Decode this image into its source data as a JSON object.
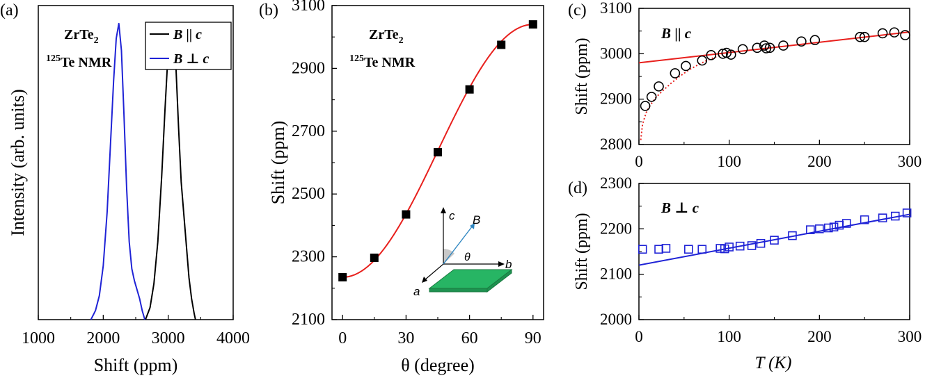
{
  "colors": {
    "black": "#000000",
    "red": "#e8201d",
    "blue": "#1f23d6",
    "green": "#27b564",
    "arrow": "#2e86c1"
  },
  "chart_data": [
    {
      "panel_label": "(a)",
      "type": "line",
      "xlabel": "Shift (ppm)",
      "ylabel": "Intensity (arb. units)",
      "xlim": [
        1000,
        4000
      ],
      "ylim": [
        0,
        1.05
      ],
      "xticks": [
        "1000",
        "2000",
        "3000",
        "4000"
      ],
      "annotation": {
        "line1": "ZrTe",
        "line1_sub": "2",
        "line2_sup": "125",
        "line2": "Te NMR"
      },
      "legend": {
        "position": "top-right",
        "entries": [
          {
            "B": "B",
            "relation": " || ",
            "c": "c"
          },
          {
            "B": "B",
            "relation": " ⊥ ",
            "c": "c"
          }
        ]
      },
      "series": [
        {
          "orientation": "parallel",
          "color": "#000000",
          "x": [
            2650,
            2720,
            2780,
            2840,
            2900,
            2950,
            3000,
            3040,
            3080,
            3120,
            3160,
            3200,
            3260,
            3320,
            3360,
            3400,
            3420
          ],
          "y": [
            0.0,
            0.04,
            0.12,
            0.26,
            0.48,
            0.7,
            0.9,
            0.99,
            0.97,
            0.84,
            0.64,
            0.46,
            0.3,
            0.14,
            0.07,
            0.02,
            0.0
          ]
        },
        {
          "orientation": "perpendicular",
          "color": "#1f23d6",
          "x": [
            1810,
            1880,
            1940,
            2000,
            2060,
            2110,
            2160,
            2200,
            2240,
            2280,
            2320,
            2360,
            2400,
            2440,
            2480,
            2520,
            2560,
            2600,
            2640
          ],
          "y": [
            0.0,
            0.03,
            0.08,
            0.18,
            0.36,
            0.58,
            0.8,
            0.94,
            0.99,
            0.9,
            0.68,
            0.44,
            0.26,
            0.17,
            0.13,
            0.1,
            0.07,
            0.03,
            0.0
          ]
        }
      ]
    },
    {
      "panel_label": "(b)",
      "type": "scatter",
      "xlabel": "θ (degree)",
      "ylabel": "Shift (ppm)",
      "xlim": [
        -5,
        95
      ],
      "ylim": [
        2100,
        3100
      ],
      "xticks": [
        0,
        30,
        60,
        90
      ],
      "yticks": [
        2100,
        2300,
        2500,
        2700,
        2900,
        3100
      ],
      "annotation": {
        "line1": "ZrTe",
        "line1_sub": "2",
        "line2_sup": "125",
        "line2": "Te NMR"
      },
      "inset_labels": {
        "c": "c",
        "B": "B",
        "theta": "θ",
        "b": "b",
        "a": "a"
      },
      "points": {
        "x": [
          0,
          15,
          30,
          45,
          60,
          75,
          90
        ],
        "y": [
          2235,
          2297,
          2435,
          2633,
          2833,
          2975,
          3040
        ],
        "color": "#000000"
      },
      "fit": {
        "color": "#e8201d",
        "y0": 2235,
        "y1": 3040
      }
    },
    {
      "panel_label": "(c)",
      "type": "scatter",
      "xlabel": "",
      "ylabel": "Shift (ppm)",
      "xlim": [
        0,
        300
      ],
      "ylim": [
        2800,
        3100
      ],
      "xticks": [
        0,
        100,
        200,
        300
      ],
      "yticks": [
        2800,
        2900,
        3000,
        3100
      ],
      "annotation": {
        "B": "B",
        "relation": " || ",
        "c": "c"
      },
      "points": {
        "x": [
          7,
          14,
          22,
          40,
          52,
          70,
          80,
          93,
          97,
          102,
          115,
          131,
          139,
          141,
          145,
          160,
          180,
          195,
          245,
          250,
          270,
          283,
          295
        ],
        "y": [
          2885,
          2905,
          2928,
          2957,
          2973,
          2985,
          2997,
          3000,
          3002,
          2998,
          3010,
          3013,
          3018,
          3012,
          3013,
          3018,
          3027,
          3030,
          3037,
          3037,
          3045,
          3047,
          3041
        ],
        "color": "#000000"
      },
      "fit_solid": {
        "color": "#e8201d",
        "x": [
          0,
          300
        ],
        "y": [
          2980,
          3048
        ]
      },
      "fit_dotted": {
        "color": "#e8201d",
        "x": [
          2,
          4,
          8,
          12,
          18,
          25,
          35,
          45,
          55,
          65,
          75,
          85,
          95
        ],
        "y": [
          2810,
          2845,
          2870,
          2885,
          2902,
          2916,
          2934,
          2950,
          2964,
          2975,
          2985,
          2993,
          3000
        ]
      }
    },
    {
      "panel_label": "(d)",
      "type": "scatter",
      "xlabel": "T (K)",
      "ylabel": "Shift (ppm)",
      "xlim": [
        0,
        300
      ],
      "ylim": [
        2000,
        2300
      ],
      "xticks": [
        0,
        100,
        200,
        300
      ],
      "yticks": [
        2000,
        2100,
        2200,
        2300
      ],
      "annotation": {
        "B": "B",
        "relation": " ⊥ ",
        "c": "c"
      },
      "points": {
        "x": [
          4,
          22,
          30,
          55,
          70,
          90,
          95,
          100,
          112,
          125,
          135,
          150,
          170,
          190,
          200,
          210,
          216,
          222,
          230,
          250,
          270,
          284,
          297
        ],
        "y": [
          2155,
          2155,
          2157,
          2155,
          2155,
          2157,
          2156,
          2160,
          2162,
          2163,
          2168,
          2175,
          2185,
          2198,
          2200,
          2202,
          2204,
          2208,
          2212,
          2220,
          2224,
          2228,
          2235
        ],
        "color": "#1f23d6"
      },
      "fit_solid": {
        "color": "#1f23d6",
        "x": [
          0,
          300
        ],
        "y": [
          2120,
          2232
        ]
      }
    }
  ]
}
